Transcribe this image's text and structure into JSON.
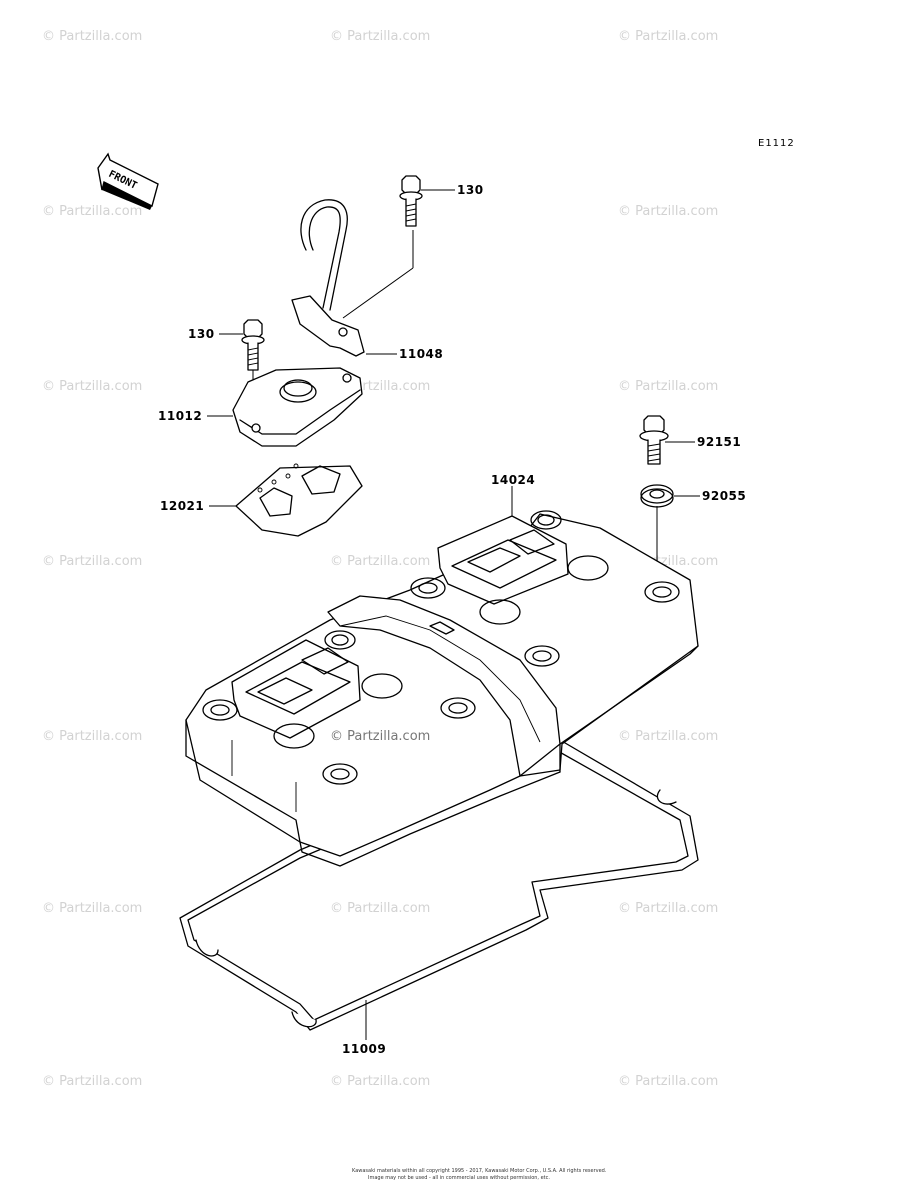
{
  "diagram": {
    "code": "E1112",
    "front_label": "FRONT",
    "watermark": "© Partzilla.com",
    "copyright_line1": "Kawasaki materials within all copyright 1995 - 2017, Kawasaki Motor Corp., U.S.A. All rights reserved.",
    "copyright_line2": "Image may not be used - all in commercial uses without permission, etc."
  },
  "parts": [
    {
      "id": "bolt-top",
      "number": "130"
    },
    {
      "id": "breather-bracket",
      "number": "11048"
    },
    {
      "id": "bolt-left",
      "number": "130"
    },
    {
      "id": "breather-cover",
      "number": "11012"
    },
    {
      "id": "breather-gasket",
      "number": "12021"
    },
    {
      "id": "cylinder-head-cover",
      "number": "14024"
    },
    {
      "id": "cover-bolt",
      "number": "92151"
    },
    {
      "id": "washer",
      "number": "92055"
    },
    {
      "id": "head-cover-gasket",
      "number": "11009"
    }
  ]
}
